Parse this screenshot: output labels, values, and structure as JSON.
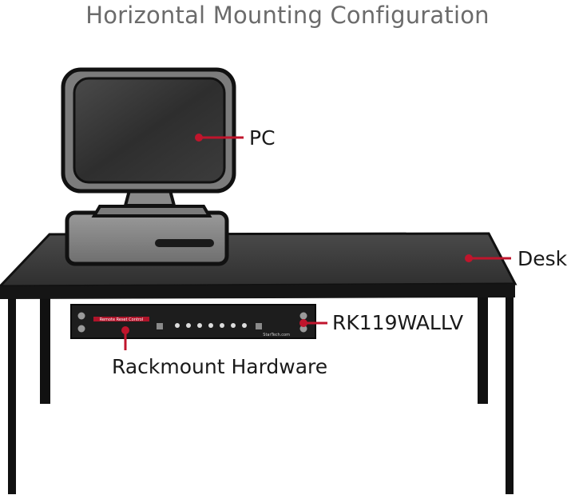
{
  "title": "Horizontal Mounting Configuration",
  "labels": {
    "pc": "PC",
    "desk": "Desk",
    "model": "RK119WALLV",
    "rackmount": "Rackmount Hardware"
  },
  "device_panel_text": {
    "brand": "Remote Reset Control",
    "vendor": "StarTech.com"
  },
  "colors": {
    "callout_red": "#c0152c",
    "desk_top": "#3a3a3a",
    "desk_legs": "#111111",
    "title_gray": "#6b6b6b"
  }
}
